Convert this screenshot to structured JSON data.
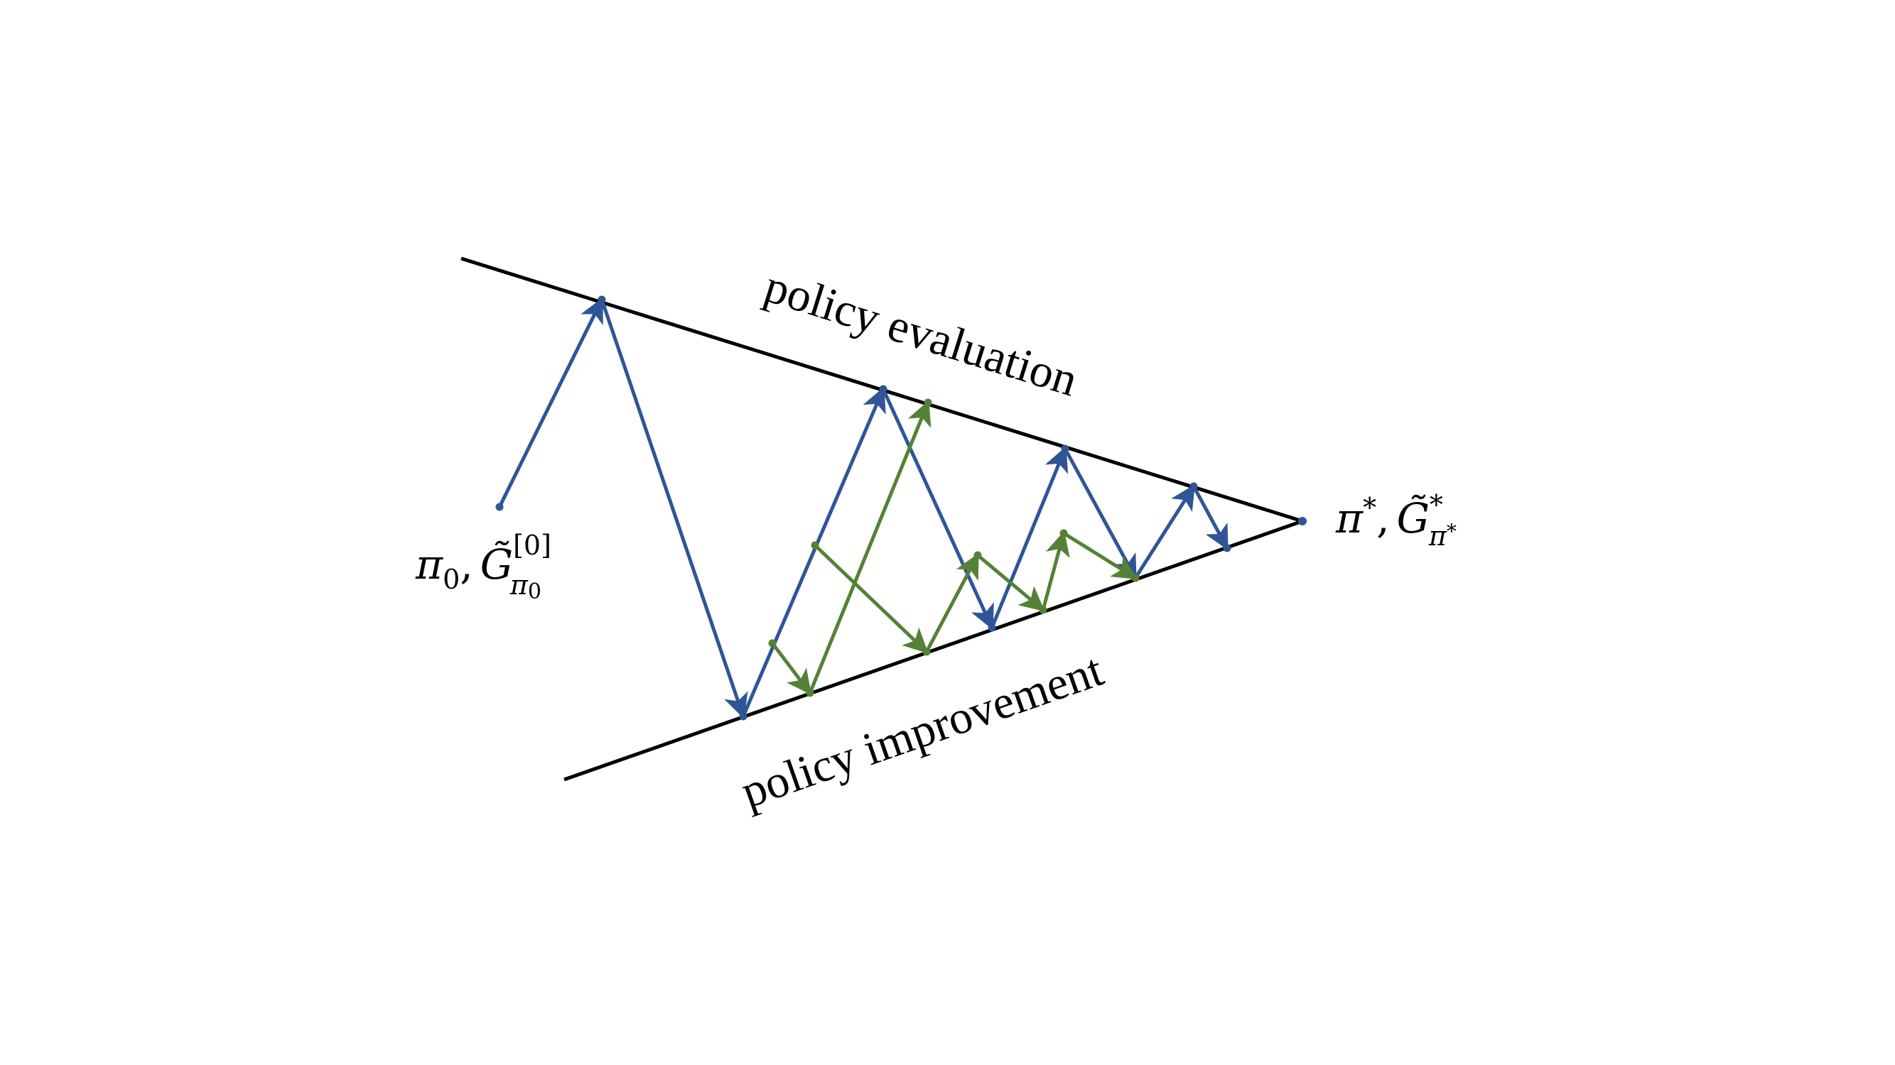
{
  "labels": {
    "top_line": "policy evaluation",
    "bottom_line": "policy improvement"
  },
  "start_point": {
    "pi": "π",
    "pi_sub": "0",
    "comma": ",",
    "g": "G̃",
    "g_sup": "[0]",
    "g_sub": "π",
    "g_sub_sub": "0"
  },
  "end_point": {
    "pi": "π",
    "pi_sup": "*",
    "comma": ",",
    "g": "G̃",
    "g_sup": "*",
    "g_sub": "π",
    "g_sub_sup": "*"
  },
  "colors": {
    "blue": "#2f5597",
    "green": "#548235",
    "line": "#000000"
  }
}
